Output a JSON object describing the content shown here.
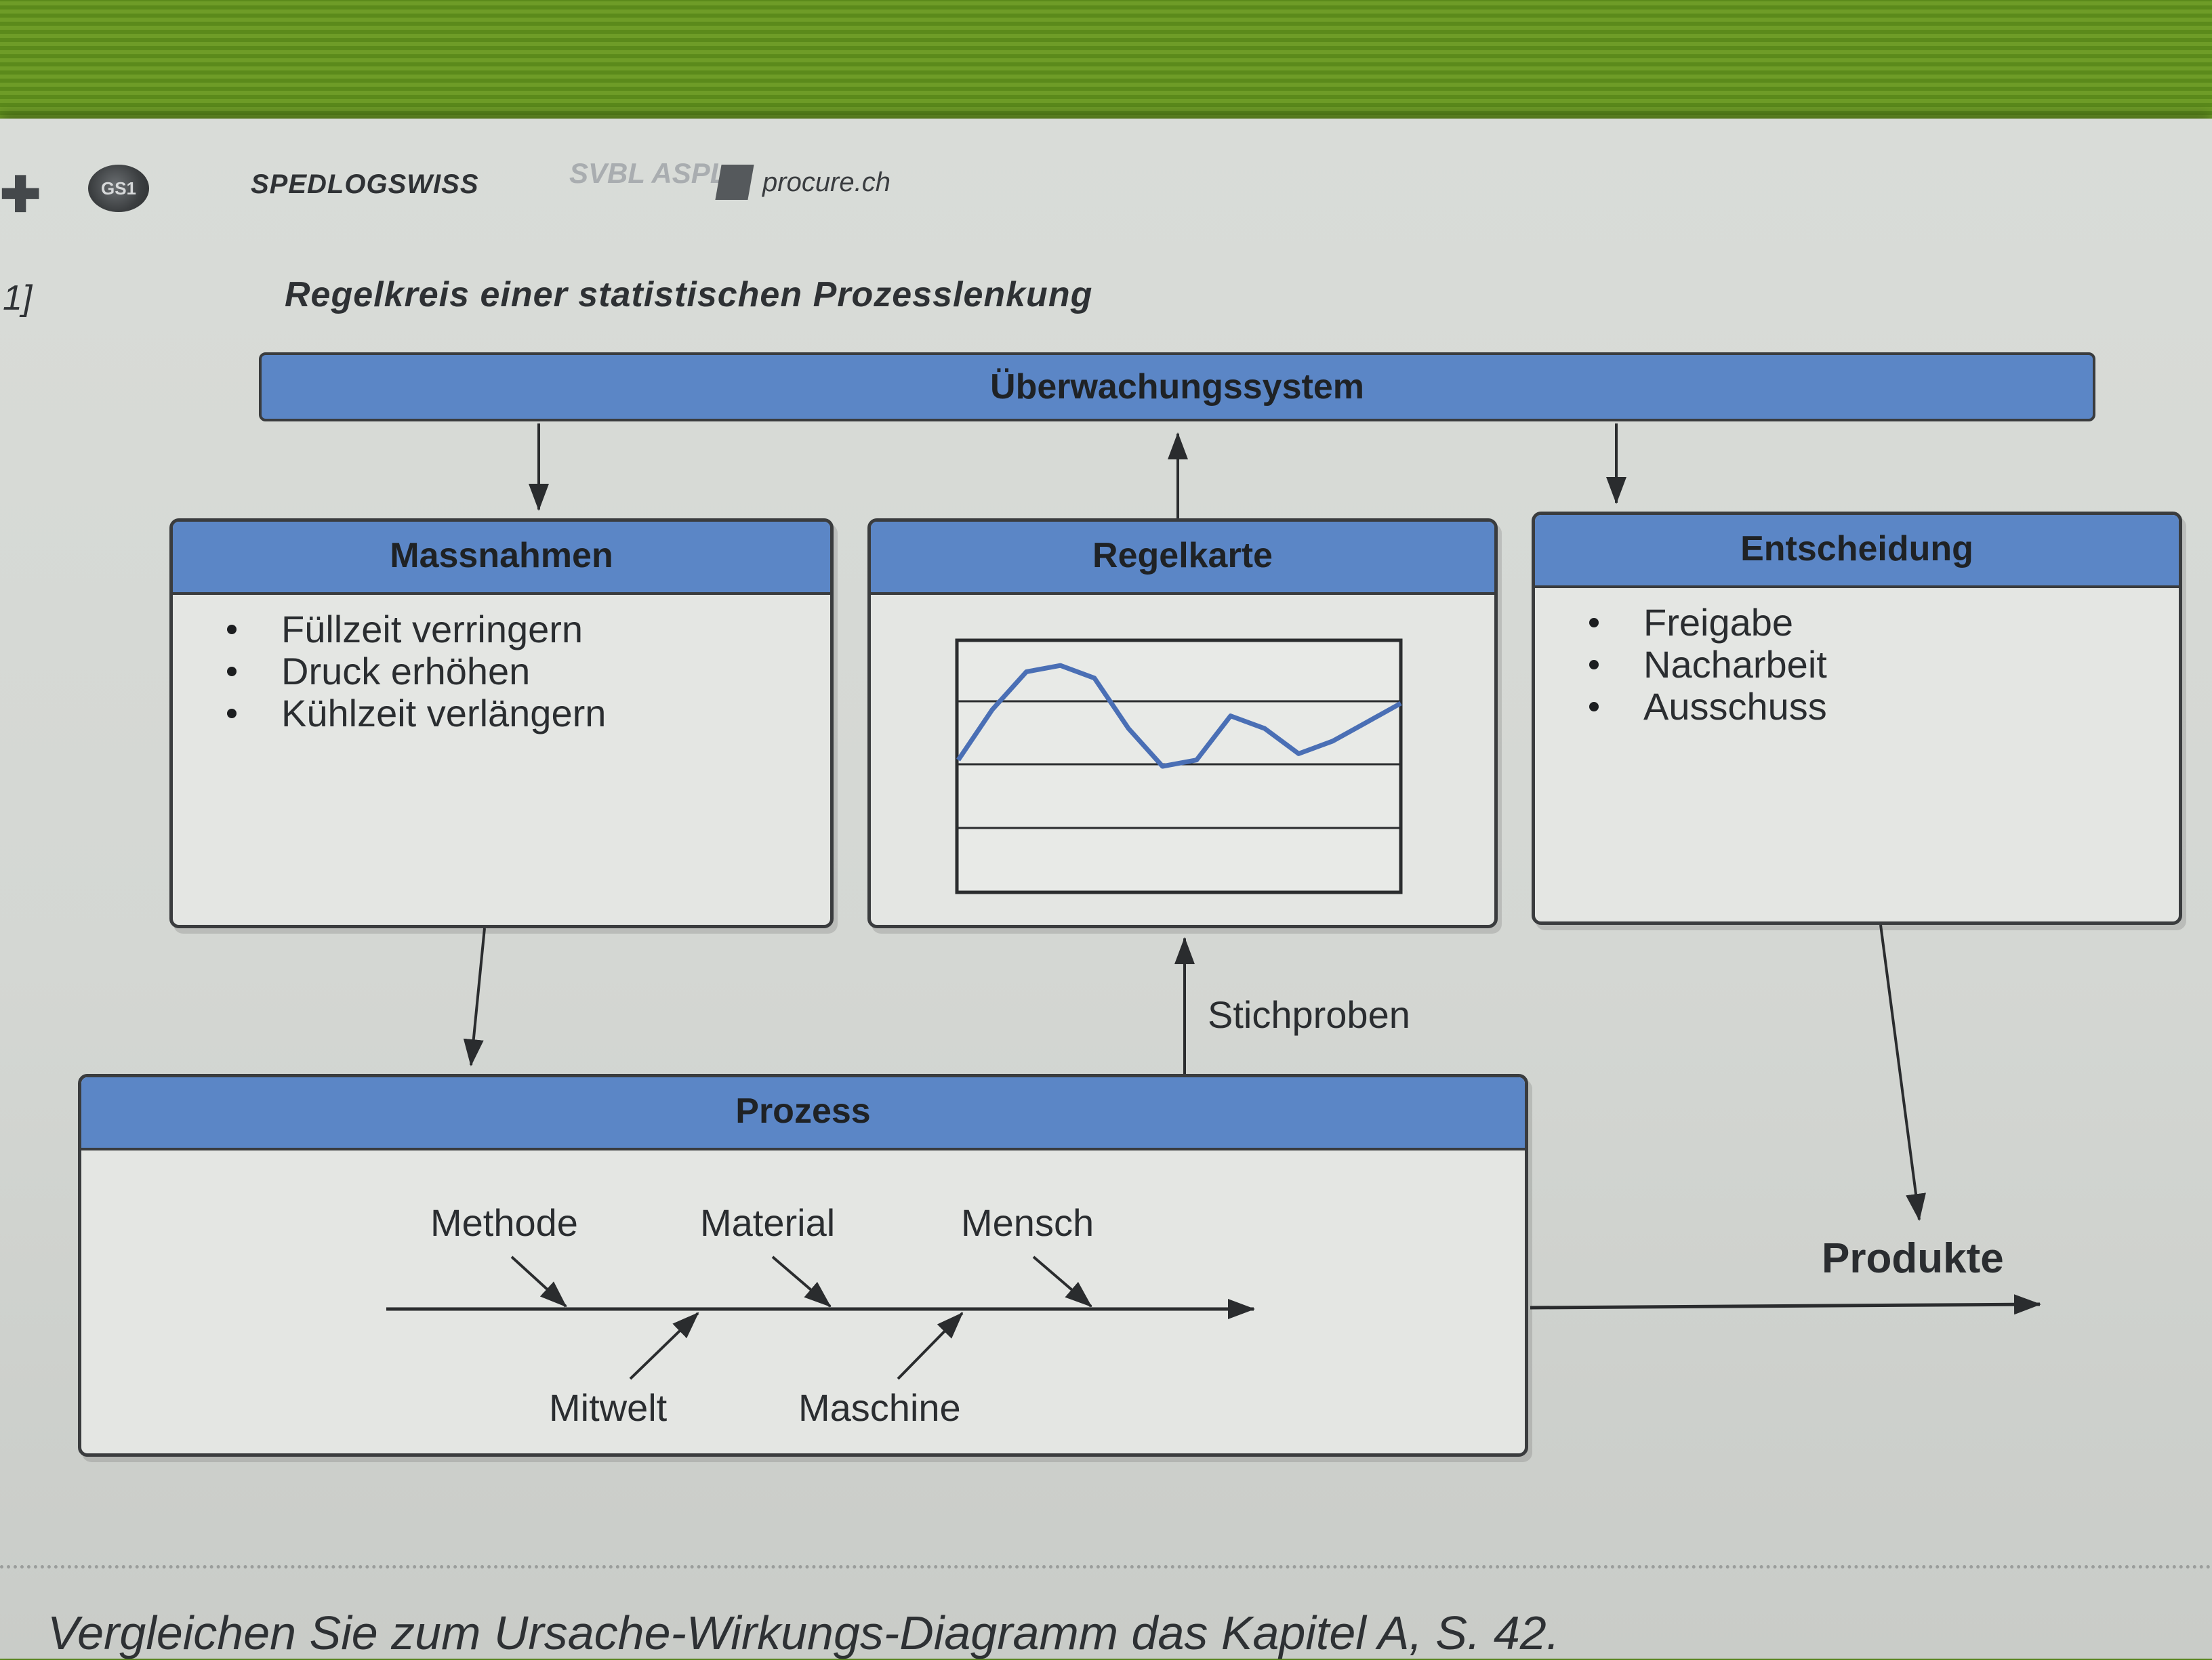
{
  "header": {
    "logos": [
      "SPEDLOGSWISS",
      "SVBL ASPL",
      "procure.ch"
    ],
    "side_number": "1]",
    "title": "Regelkreis einer statistischen Prozesslenkung"
  },
  "diagram": {
    "top_band": "Überwachungssystem",
    "massnahmen": {
      "title": "Massnahmen",
      "items": [
        "Füllzeit verringern",
        "Druck erhöhen",
        "Kühlzeit verlängern"
      ]
    },
    "regelkarte": {
      "title": "Regelkarte",
      "control_chart": {
        "type": "line",
        "y": [
          2.1,
          2.9,
          3.5,
          3.6,
          3.4,
          2.6,
          2.0,
          2.1,
          2.8,
          2.6,
          2.2,
          2.4,
          2.7,
          3.0
        ]
      }
    },
    "entscheidung": {
      "title": "Entscheidung",
      "items": [
        "Freigabe",
        "Nacharbeit",
        "Ausschuss"
      ]
    },
    "stichproben": "Stichproben",
    "prozess": {
      "title": "Prozess",
      "causes_top": [
        "Methode",
        "Material",
        "Mensch"
      ],
      "causes_bottom": [
        "Mitwelt",
        "Maschine"
      ]
    },
    "produkte": "Produkte",
    "colors": {
      "band_blue": "#5b86c6",
      "line_blue": "#4a6fb5",
      "box_bg": "#e4e6e3"
    }
  },
  "footer": {
    "text": "Vergleichen Sie zum Ursache-Wirkungs-Diagramm das Kapitel A, S. 42."
  }
}
